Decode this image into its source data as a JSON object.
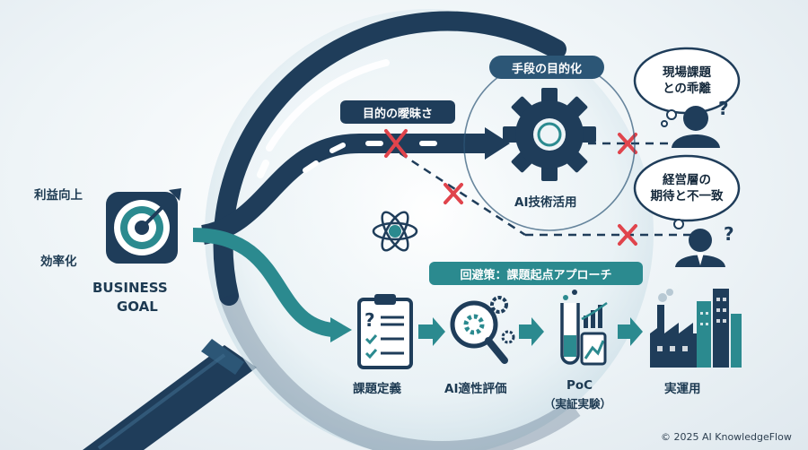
{
  "business_goal": {
    "label_profit": "利益向上",
    "label_efficiency": "効率化",
    "title_line1": "BUSINESS",
    "title_line2": "GOAL"
  },
  "problem_path": {
    "label_ambiguous": "目的の曖昧さ",
    "label_means_as_goal": "手段の目的化",
    "label_ai_tech": "AI技術活用"
  },
  "disconnects": {
    "field_issue_line1": "現場課題",
    "field_issue_line2": "との乖離",
    "mgmt_line1": "経営層の",
    "mgmt_line2": "期待と不一致"
  },
  "solution": {
    "banner": "回避策：課題起点アプローチ",
    "steps": [
      {
        "label": "課題定義",
        "icon": "clipboard-checklist-icon"
      },
      {
        "label": "AI適性評価",
        "icon": "magnifier-gears-icon"
      },
      {
        "label": "PoC",
        "sub": "（実証実験）",
        "icon": "test-tube-chart-icon"
      },
      {
        "label": "実運用",
        "icon": "factory-city-icon"
      }
    ]
  },
  "footer": {
    "copyright": "© 2025 AI KnowledgeFlow"
  },
  "colors": {
    "navy": "#1f3d5a",
    "teal": "#2b8a8f",
    "red": "#e0444c",
    "light_bg": "#eef4f7"
  }
}
